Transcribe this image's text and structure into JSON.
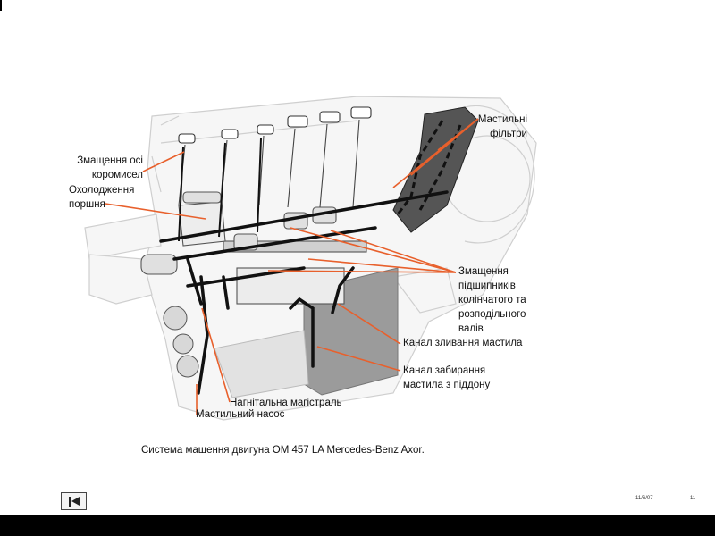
{
  "labels": {
    "filters": [
      "Мастильні",
      "фільтри"
    ],
    "rocker_shaft": [
      "Змащення осі",
      "коромисел"
    ],
    "piston_cooling": [
      "Охолодження",
      "поршня"
    ],
    "bearings": [
      "Змащення",
      "підшипників",
      "колінчатого та",
      "розподільного",
      "валів"
    ],
    "drain_channel": "Канал зливання мастила",
    "pickup_channel": [
      "Канал забирання",
      "мастила з піддону"
    ],
    "pressure_line": "Нагнітальна магістраль",
    "oil_pump": "Мастильний насос"
  },
  "caption": "Система мащення двигуна ОМ 457 LA Mercedes-Benz Axor.",
  "footer": {
    "slide_code": "11/6/07",
    "page_number": "11"
  },
  "colors": {
    "leader": "#e8602c",
    "engine_outline": "#c8c8c8",
    "oil_line": "#111111"
  },
  "icons": {
    "back_button": "skip-to-start-icon"
  }
}
